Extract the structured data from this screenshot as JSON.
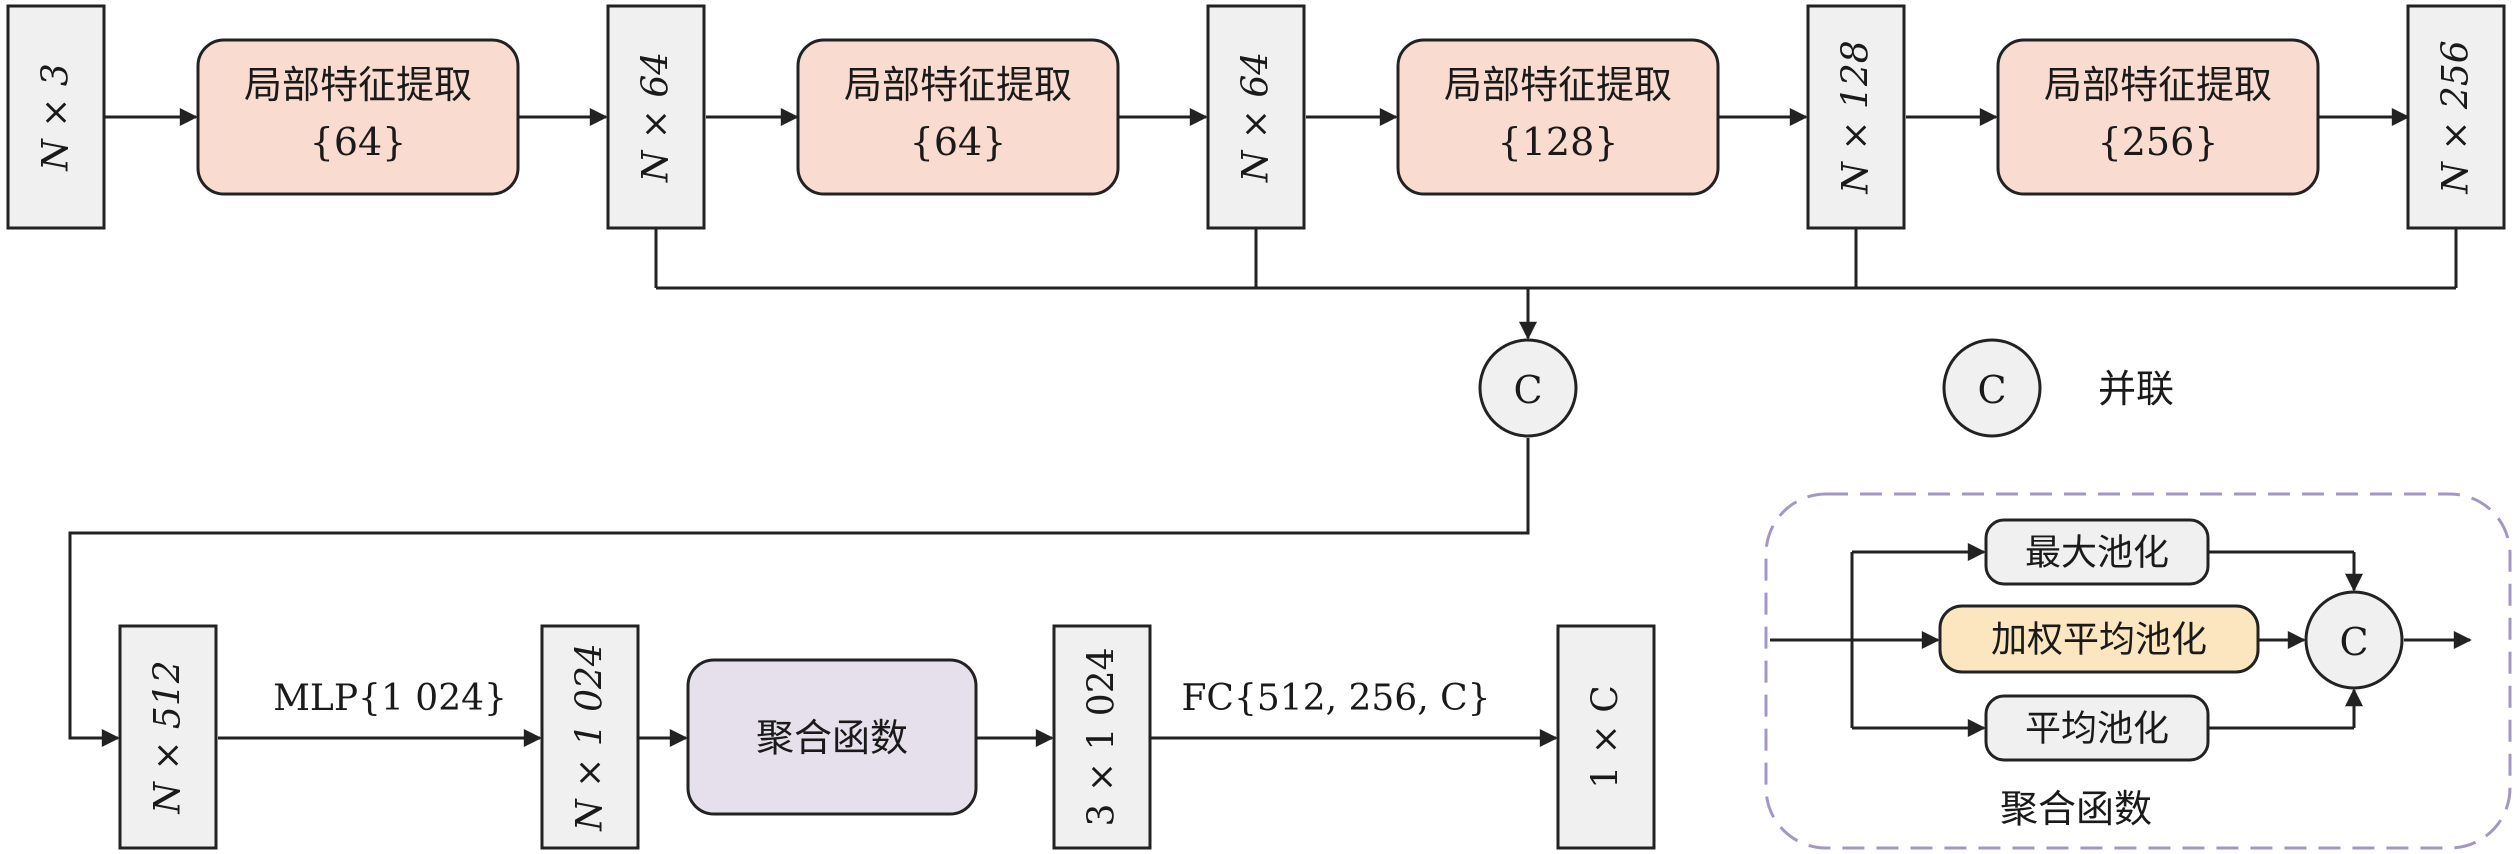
{
  "nodes": {
    "in_n3": "N × 3",
    "f1_title": "局部特征提取",
    "f1_param": "{64}",
    "out1": "N × 64",
    "f2_title": "局部特征提取",
    "f2_param": "{64}",
    "out2": "N × 64",
    "f3_title": "局部特征提取",
    "f3_param": "{128}",
    "out3": "N × 128",
    "f4_title": "局部特征提取",
    "f4_param": "{256}",
    "out4": "N × 256",
    "concat": "C",
    "n512": "N × 512",
    "mlp": "MLP{1 024}",
    "n1024": "N × 1 024",
    "agg": "聚合函数",
    "d3x1024": "3 × 1 024",
    "fc": "FC{512, 256, C}",
    "out_1c": "1 × C"
  },
  "legend": {
    "symbol": "C",
    "label": "并联"
  },
  "inset": {
    "max_pool": "最大池化",
    "weighted_pool": "加权平均池化",
    "avg_pool": "平均池化",
    "concat": "C",
    "caption": "聚合函数"
  }
}
